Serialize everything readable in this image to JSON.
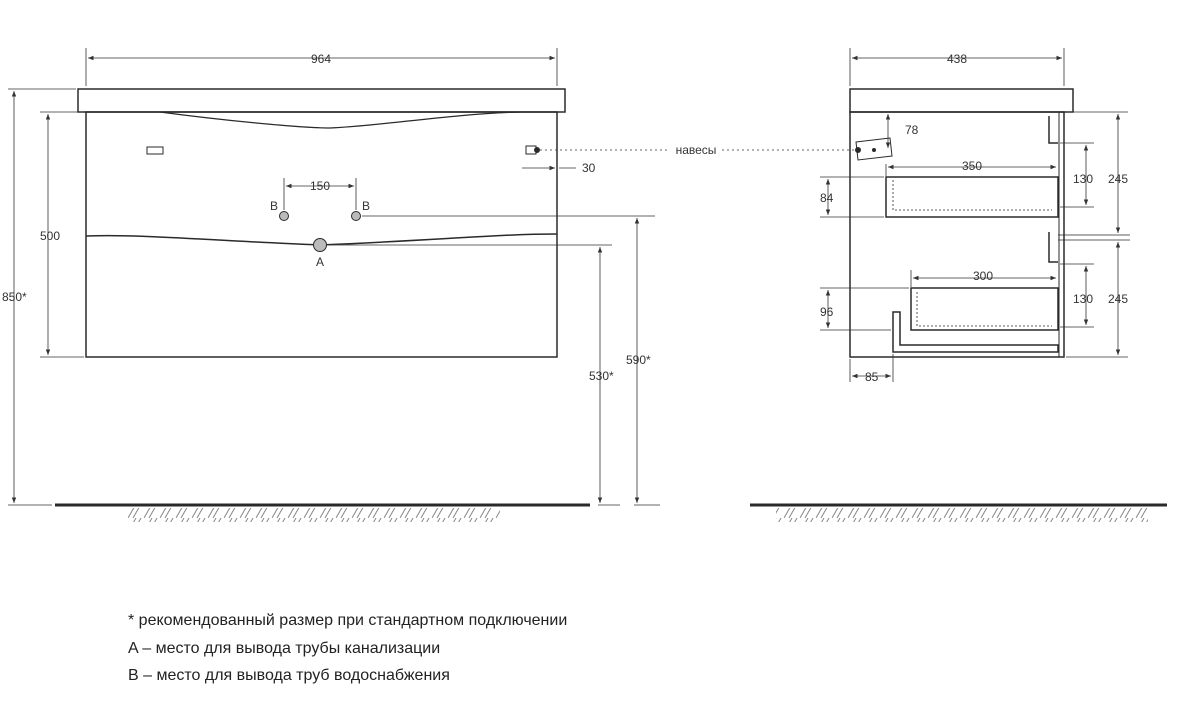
{
  "front_view": {
    "width": "964",
    "total_height": "850*",
    "cabinet_height": "500",
    "pipe_spacing": "150",
    "hinge_offset": "30",
    "drain_height": "530*",
    "supply_height": "590*",
    "label_a": "A",
    "label_b_left": "B",
    "label_b_right": "B",
    "hinges_label": "навесы"
  },
  "side_view": {
    "depth": "438",
    "hinge_drop": "78",
    "top_drawer_depth": "350",
    "top_drawer_front": "84",
    "top_drawer_height": "130",
    "top_section": "245",
    "bottom_drawer_depth": "300",
    "bottom_drawer_front": "96",
    "bottom_drawer_height": "130",
    "bottom_section": "245",
    "bottom_offset": "85"
  },
  "notes": {
    "asterisk": "* рекомендованный размер при стандартном подключении",
    "a": "A – место для вывода трубы канализации",
    "b": "B – место для вывода труб водоснабжения"
  },
  "colors": {
    "line": "#2a2a2a",
    "text": "#333333"
  }
}
